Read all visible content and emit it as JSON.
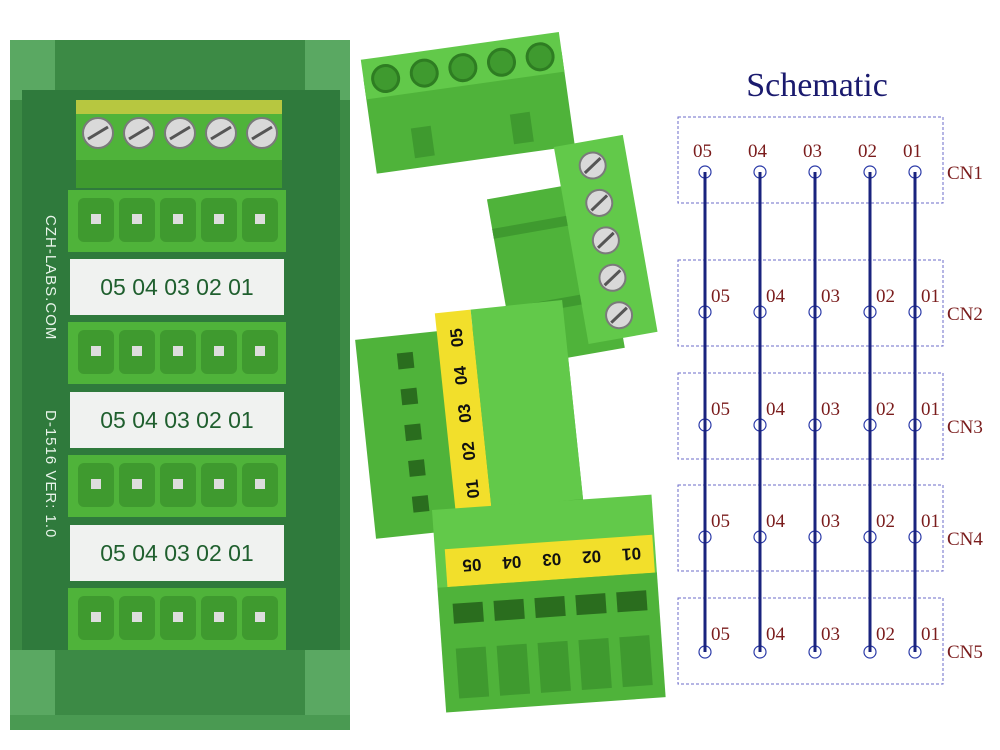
{
  "schematic": {
    "title": "Schematic",
    "pins": [
      "05",
      "04",
      "03",
      "02",
      "01"
    ],
    "connectors": [
      "CN1",
      "CN2",
      "CN3",
      "CN4",
      "CN5"
    ]
  },
  "board": {
    "silk_brand": "CZH-LABS.COM",
    "silk_model": "D-1516  VER: 1.0",
    "label_row": [
      "05",
      "04",
      "03",
      "02",
      "01"
    ]
  },
  "plug_labels": [
    "01",
    "02",
    "03",
    "04",
    "05"
  ],
  "colors": {
    "pcb": "#2f7a3c",
    "connector": "#5cbf45",
    "label_yellow": "#f2df2b",
    "wire": "#1a237e",
    "text_red": "#7a1c1c"
  }
}
